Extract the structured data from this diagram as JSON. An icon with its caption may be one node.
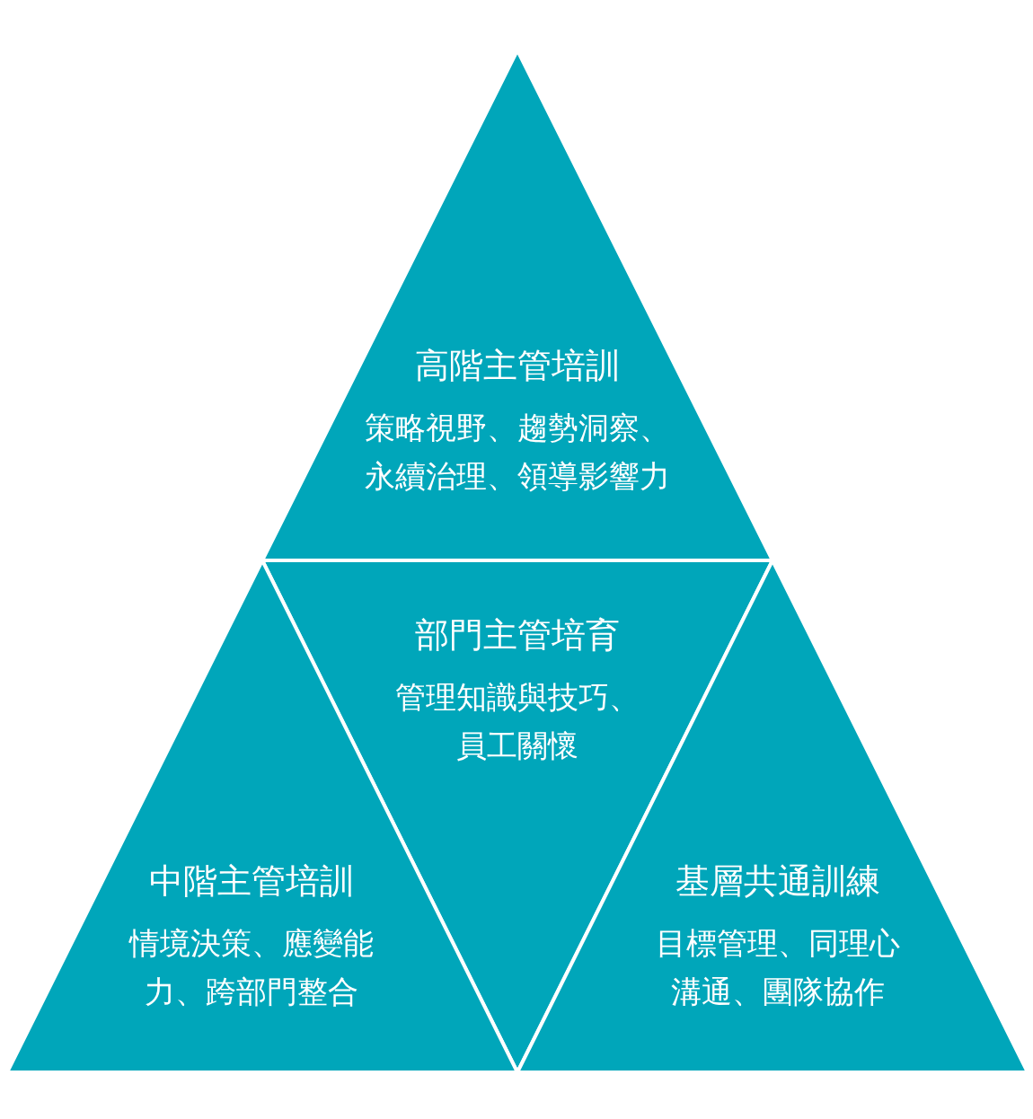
{
  "diagram": {
    "nodes": [
      {
        "text": [
          "高階主管培訓",
          "策略視野、趨勢洞察、永續治理、領導影響力"
        ]
      },
      {
        "text": [
          "部門主管培育",
          "管理知識與技巧、員工關懷"
        ]
      },
      {
        "text": [
          "中階主管培訓",
          "情境決策、應變能力、跨部門整合"
        ]
      },
      {
        "text": [
          "基層共通訓練",
          "目標管理、同理心溝通、團隊協作"
        ]
      }
    ]
  }
}
